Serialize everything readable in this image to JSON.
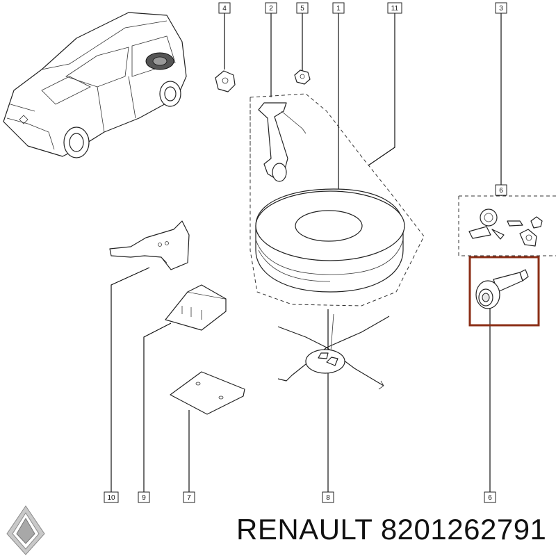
{
  "callouts": {
    "c4": "4",
    "c2": "2",
    "c5": "5",
    "c1": "1",
    "c11": "11",
    "c3": "3",
    "c6_top": "6",
    "c10": "10",
    "c9": "9",
    "c7": "7",
    "c8": "8",
    "c6_bottom": "6"
  },
  "footer": {
    "brand_text": "RENAULT 8201262791",
    "logo_icon": "renault-diamond-logo"
  },
  "colors": {
    "highlight": "#8b2e16",
    "line": "#222222"
  }
}
